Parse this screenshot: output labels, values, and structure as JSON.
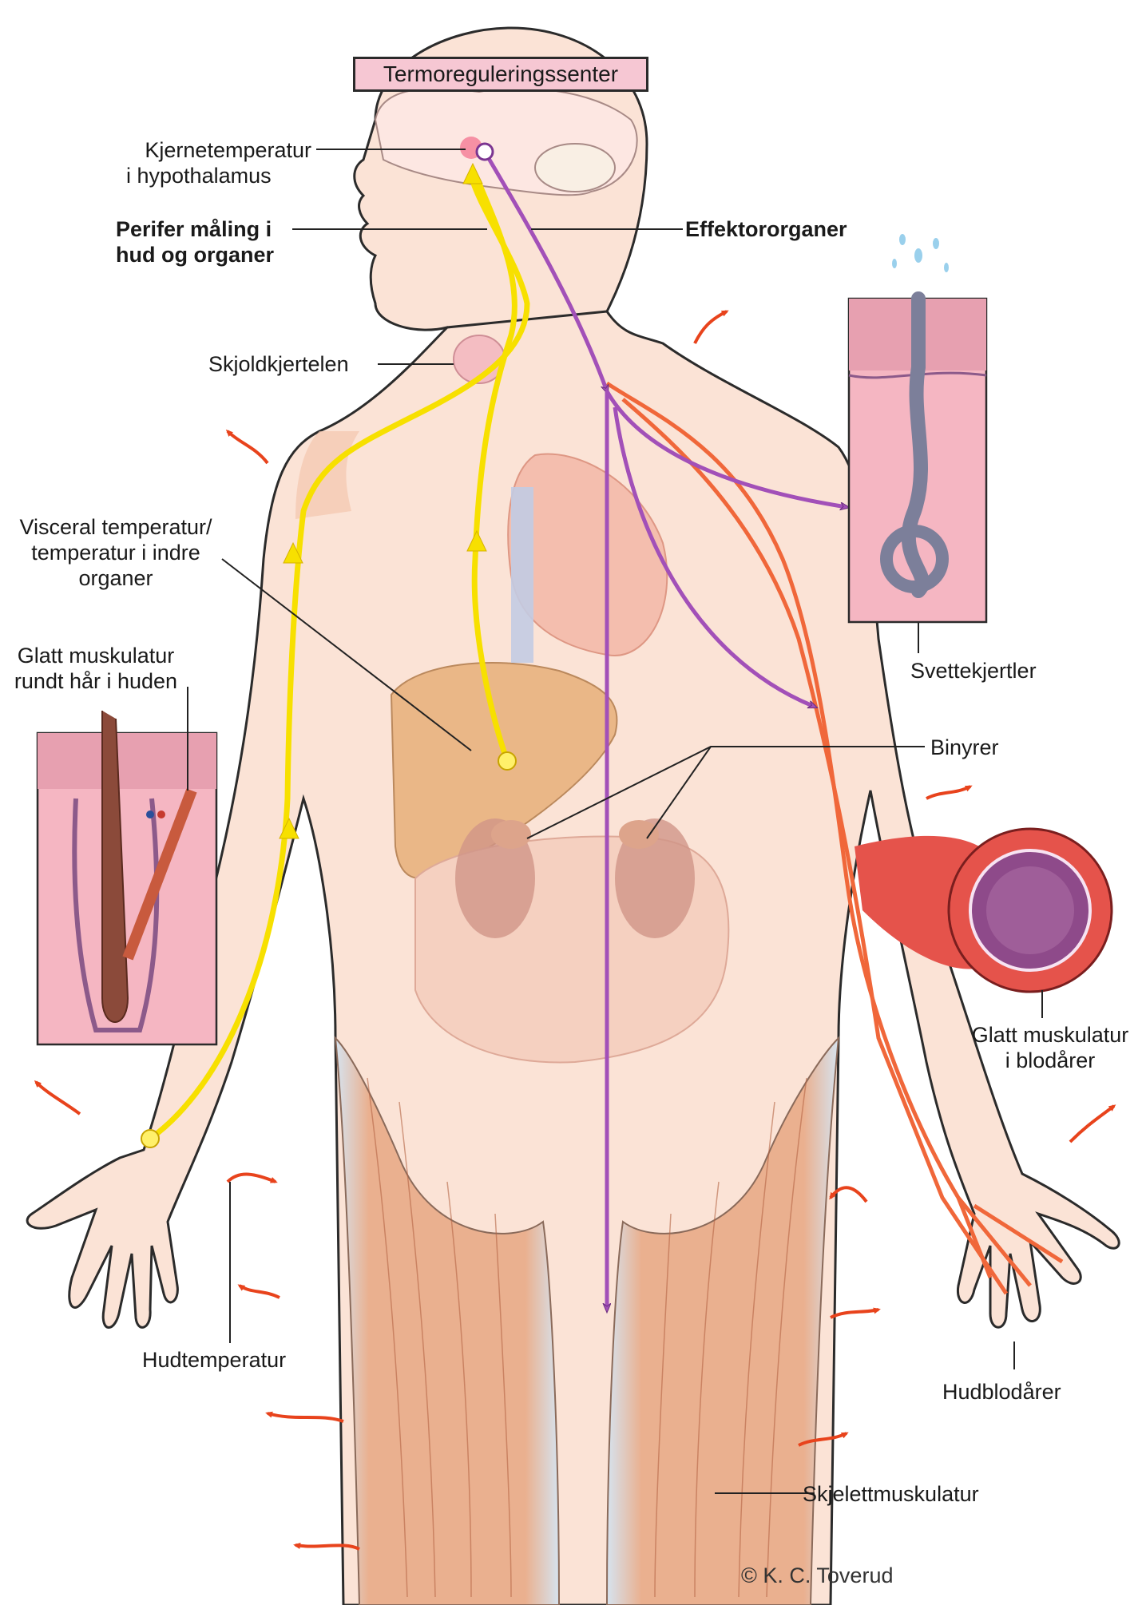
{
  "title": "Termoreguleringssenter",
  "labels": {
    "core_temp_line1": "Kjernetemperatur",
    "core_temp_line2": "i hypothalamus",
    "peripheral_line1": "Perifer måling i",
    "peripheral_line2": "hud og organer",
    "effector": "Effektororganer",
    "thyroid": "Skjoldkjertelen",
    "visceral_line1": "Visceral temperatur/",
    "visceral_line2": "temperatur i indre",
    "visceral_line3": "organer",
    "smooth_hair_line1": "Glatt muskulatur",
    "smooth_hair_line2": "rundt hår i huden",
    "sweat": "Svettekjertler",
    "adrenal": "Binyrer",
    "smooth_vessel_line1": "Glatt muskulatur",
    "smooth_vessel_line2": "i blodårer",
    "skin_temp": "Hudtemperatur",
    "skin_vessels": "Hudblodårer",
    "skeletal": "Skjelettmuskulatur"
  },
  "credit": "© K. C. Toverud",
  "colors": {
    "afferent": "#f7e000",
    "efferent": "#a250b8",
    "skin": "#fbe3d6",
    "artery": "#f0673a",
    "muscle": "#e9a27a",
    "title_bg": "#f6c7d3",
    "inset_bg": "#f5b6c2"
  }
}
